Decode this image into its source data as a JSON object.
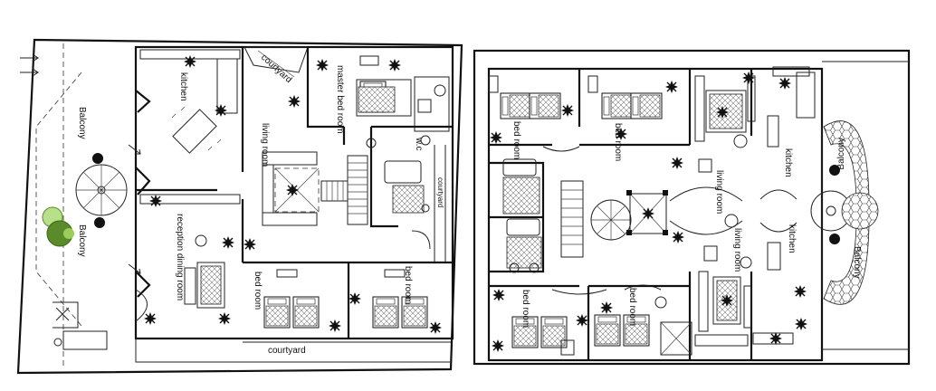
{
  "left_plan": {
    "labels": {
      "courtyard_top": "courtyard",
      "kitchen": "kitchen",
      "master_bed_room": "master bed room",
      "living_room": "living room",
      "balcony_top": "Balcony",
      "balcony_bottom": "Balcony",
      "reception_dining": "reception dining room",
      "wc": "w.c",
      "bed_room_a": "bed room",
      "bed_room_b": "bed room",
      "courtyard_bottom": "courtyard",
      "side_label": "courtyard"
    }
  },
  "right_plan": {
    "labels": {
      "bed_room_tl": "bed room",
      "bed_room_tm": "bed room",
      "living_room_a": "living room",
      "living_room_b": "living room",
      "kitchen_a": "kitchen",
      "kitchen_b": "kitchen",
      "balcony_a": "Balcony",
      "balcony_b": "Balcony",
      "bed_room_bl": "bed room",
      "bed_room_bm": "bed room"
    }
  },
  "colors": {
    "line": "#111111",
    "tree_dark": "#4a7a1a",
    "tree_light": "#9ccc5a"
  }
}
